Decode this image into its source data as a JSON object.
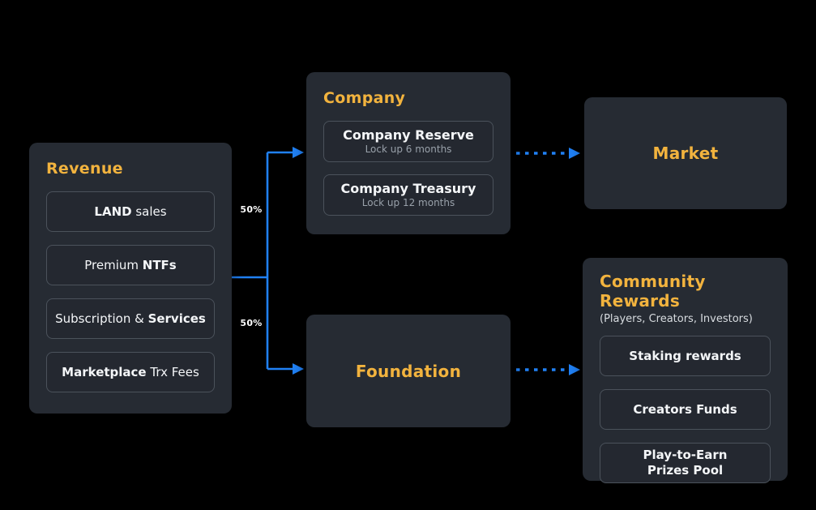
{
  "colors": {
    "background": "#000000",
    "box_bg": "#262b33",
    "subbox_bg": "#242830",
    "subbox_border": "#4b525b",
    "accent_orange": "#f2b33e",
    "arrow_blue": "#2081f5",
    "text_white": "#f4f6f8",
    "text_gray": "#99a1aa",
    "subtitle_white": "#d8dce0"
  },
  "revenue": {
    "title": "Revenue",
    "items": [
      {
        "parts": [
          {
            "t": "LAND",
            "b": true
          },
          {
            "t": " sales",
            "b": false
          }
        ]
      },
      {
        "parts": [
          {
            "t": "Premium ",
            "b": false
          },
          {
            "t": "NTFs",
            "b": true
          }
        ]
      },
      {
        "parts": [
          {
            "t": "Subscription & ",
            "b": false
          },
          {
            "t": "Services",
            "b": true
          }
        ]
      },
      {
        "parts": [
          {
            "t": "Marketplace",
            "b": true
          },
          {
            "t": " Trx Fees",
            "b": false
          }
        ]
      }
    ]
  },
  "company": {
    "title": "Company",
    "items": [
      {
        "title": "Company Reserve",
        "subtitle": "Lock up 6 months"
      },
      {
        "title": "Company Treasury",
        "subtitle": "Lock up 12 months"
      }
    ]
  },
  "market": {
    "title": "Market"
  },
  "foundation": {
    "title": "Foundation"
  },
  "community": {
    "title": "Community Rewards",
    "subtitle": "(Players, Creators, Investors)",
    "items": [
      {
        "lines": [
          "Staking rewards"
        ]
      },
      {
        "lines": [
          "Creators Funds"
        ]
      },
      {
        "lines": [
          "Play-to-Earn",
          "Prizes Pool"
        ]
      }
    ]
  },
  "flows": {
    "top_split_label": "50%",
    "bottom_split_label": "50%"
  }
}
